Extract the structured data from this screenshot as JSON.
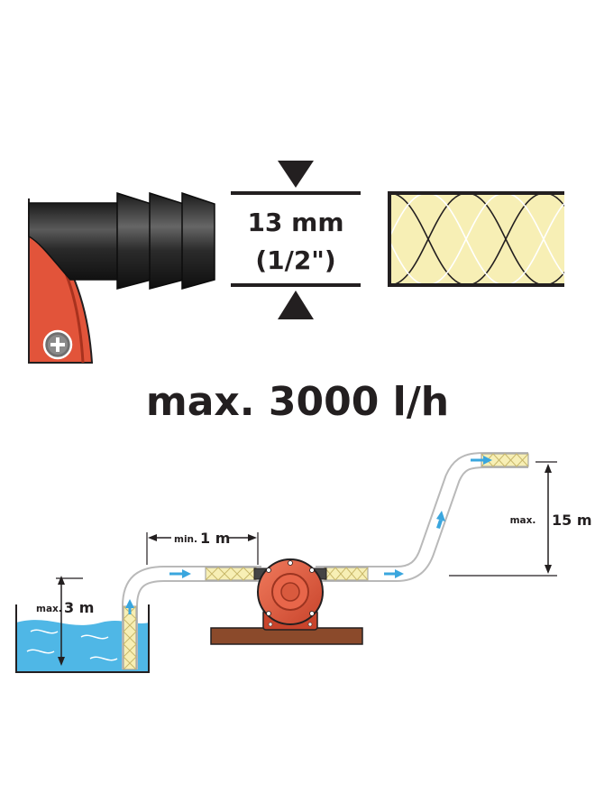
{
  "connector": {
    "size_main": "13 mm",
    "size_inch": "(1/2\")"
  },
  "flow_rate": "max. 3000 l/h",
  "installation": {
    "suction_depth_prefix": "max.",
    "suction_depth_value": "3 m",
    "min_distance_prefix": "min.",
    "min_distance_value": "1 m",
    "delivery_height_prefix": "max.",
    "delivery_height_value": "15 m"
  },
  "colors": {
    "pump_red": "#e2543a",
    "hose_yellow": "#f7efb5",
    "water_blue": "#4fb7e6",
    "arrow_blue": "#3aa6de",
    "board_brown": "#8b4a2b",
    "outline": "#231f20"
  }
}
